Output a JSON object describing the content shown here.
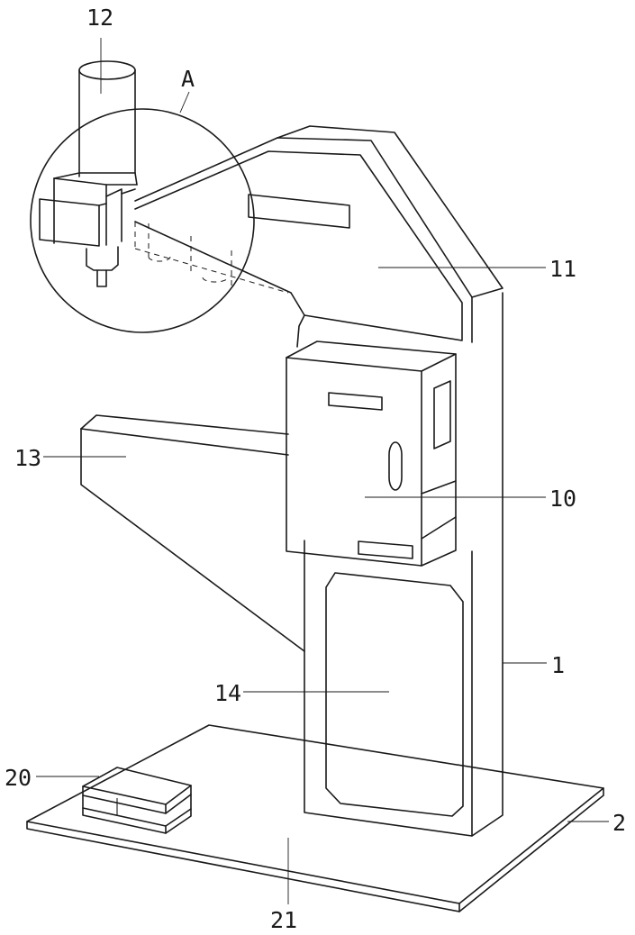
{
  "labels": {
    "l12": "12",
    "lA": "A",
    "l11": "11",
    "l13": "13",
    "l10": "10",
    "l1": "1",
    "l14": "14",
    "l20": "20",
    "l2": "2",
    "l21": "21"
  }
}
